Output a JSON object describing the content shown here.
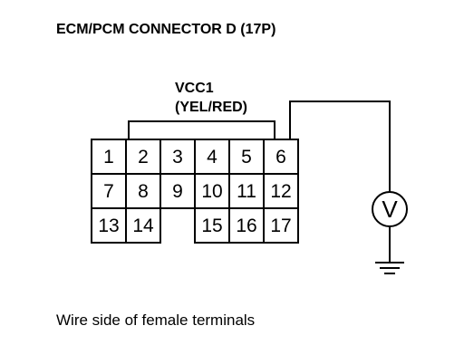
{
  "title": "ECM/PCM CONNECTOR D (17P)",
  "pin_label": {
    "line1": "VCC1",
    "line2": "(YEL/RED)"
  },
  "connector": {
    "rows": [
      [
        "1",
        "2",
        "3",
        "4",
        "5",
        "6"
      ],
      [
        "7",
        "8",
        "9",
        "10",
        "11",
        "12"
      ],
      [
        "13",
        "14",
        "",
        "15",
        "16",
        "17"
      ]
    ]
  },
  "meter_symbol": "V",
  "caption": "Wire side of female terminals"
}
